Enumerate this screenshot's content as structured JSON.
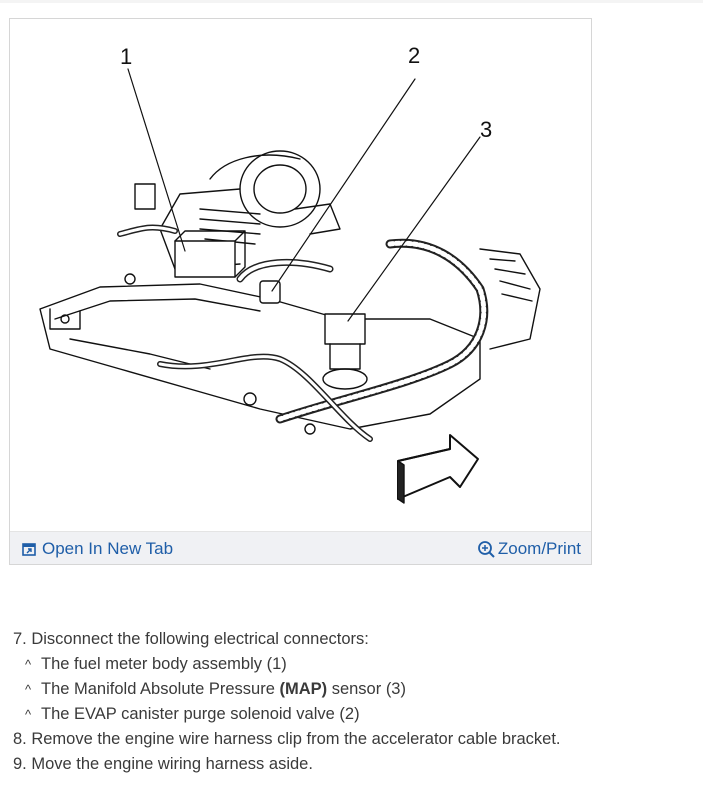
{
  "figure": {
    "callouts": [
      "1",
      "2",
      "3"
    ],
    "toolbar": {
      "open_label": "Open In New Tab",
      "open_icon": "new-tab-icon",
      "zoom_label": "Zoom/Print",
      "zoom_icon": "magnifier-icon",
      "link_color": "#1f5ea8"
    }
  },
  "steps": [
    {
      "text": "7. Disconnect the following electrical connectors:"
    },
    {
      "pre": "The fuel meter body assembly (1)"
    },
    {
      "pre": "The Manifold Absolute Pressure ",
      "bold": "(MAP)",
      "post": " sensor (3)"
    },
    {
      "pre": "The EVAP canister purge solenoid valve (2)"
    },
    {
      "text": "8. Remove the engine wire harness clip from the accelerator cable bracket."
    },
    {
      "text": "9. Move the engine wiring harness aside."
    }
  ],
  "bullet_glyph": "^"
}
